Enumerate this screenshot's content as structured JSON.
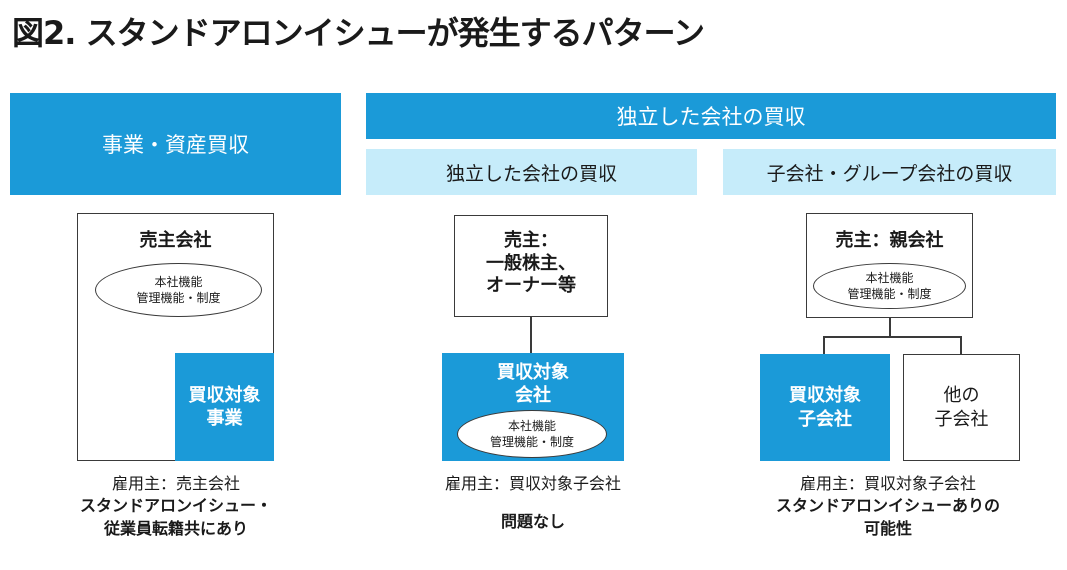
{
  "title": "図2. スタンドアロンイシューが発生するパターン",
  "columns": [
    {
      "header": "事業・資産買収",
      "seller": "売主会社",
      "functions": [
        "本社機能",
        "管理機能・制度"
      ],
      "target": "買収対象\n事業",
      "employer": "雇用主：売主会社",
      "conclusion": "スタンドアロンイシュー・\n従業員転籍共にあり"
    },
    {
      "subheader": "独立した会社の買収",
      "seller": "売主：\n一般株主、\nオーナー等",
      "target": "買収対象\n会社",
      "functions": [
        "本社機能",
        "管理機能・制度"
      ],
      "employer": "雇用主：買収対象子会社",
      "conclusion": "問題なし"
    },
    {
      "subheader": "子会社・グループ会社の買収",
      "seller": "売主：親会社",
      "functions": [
        "本社機能",
        "管理機能・制度"
      ],
      "target": "買収対象\n子会社",
      "other": "他の\n子会社",
      "employer": "雇用主：買収対象子会社",
      "conclusion": "スタンドアロンイシューありの\n可能性"
    }
  ],
  "group_header": "独立した会社の買収",
  "colors": {
    "accent": "#1b9ad8",
    "light": "#c6ecfa",
    "border": "#3a3a3a"
  }
}
